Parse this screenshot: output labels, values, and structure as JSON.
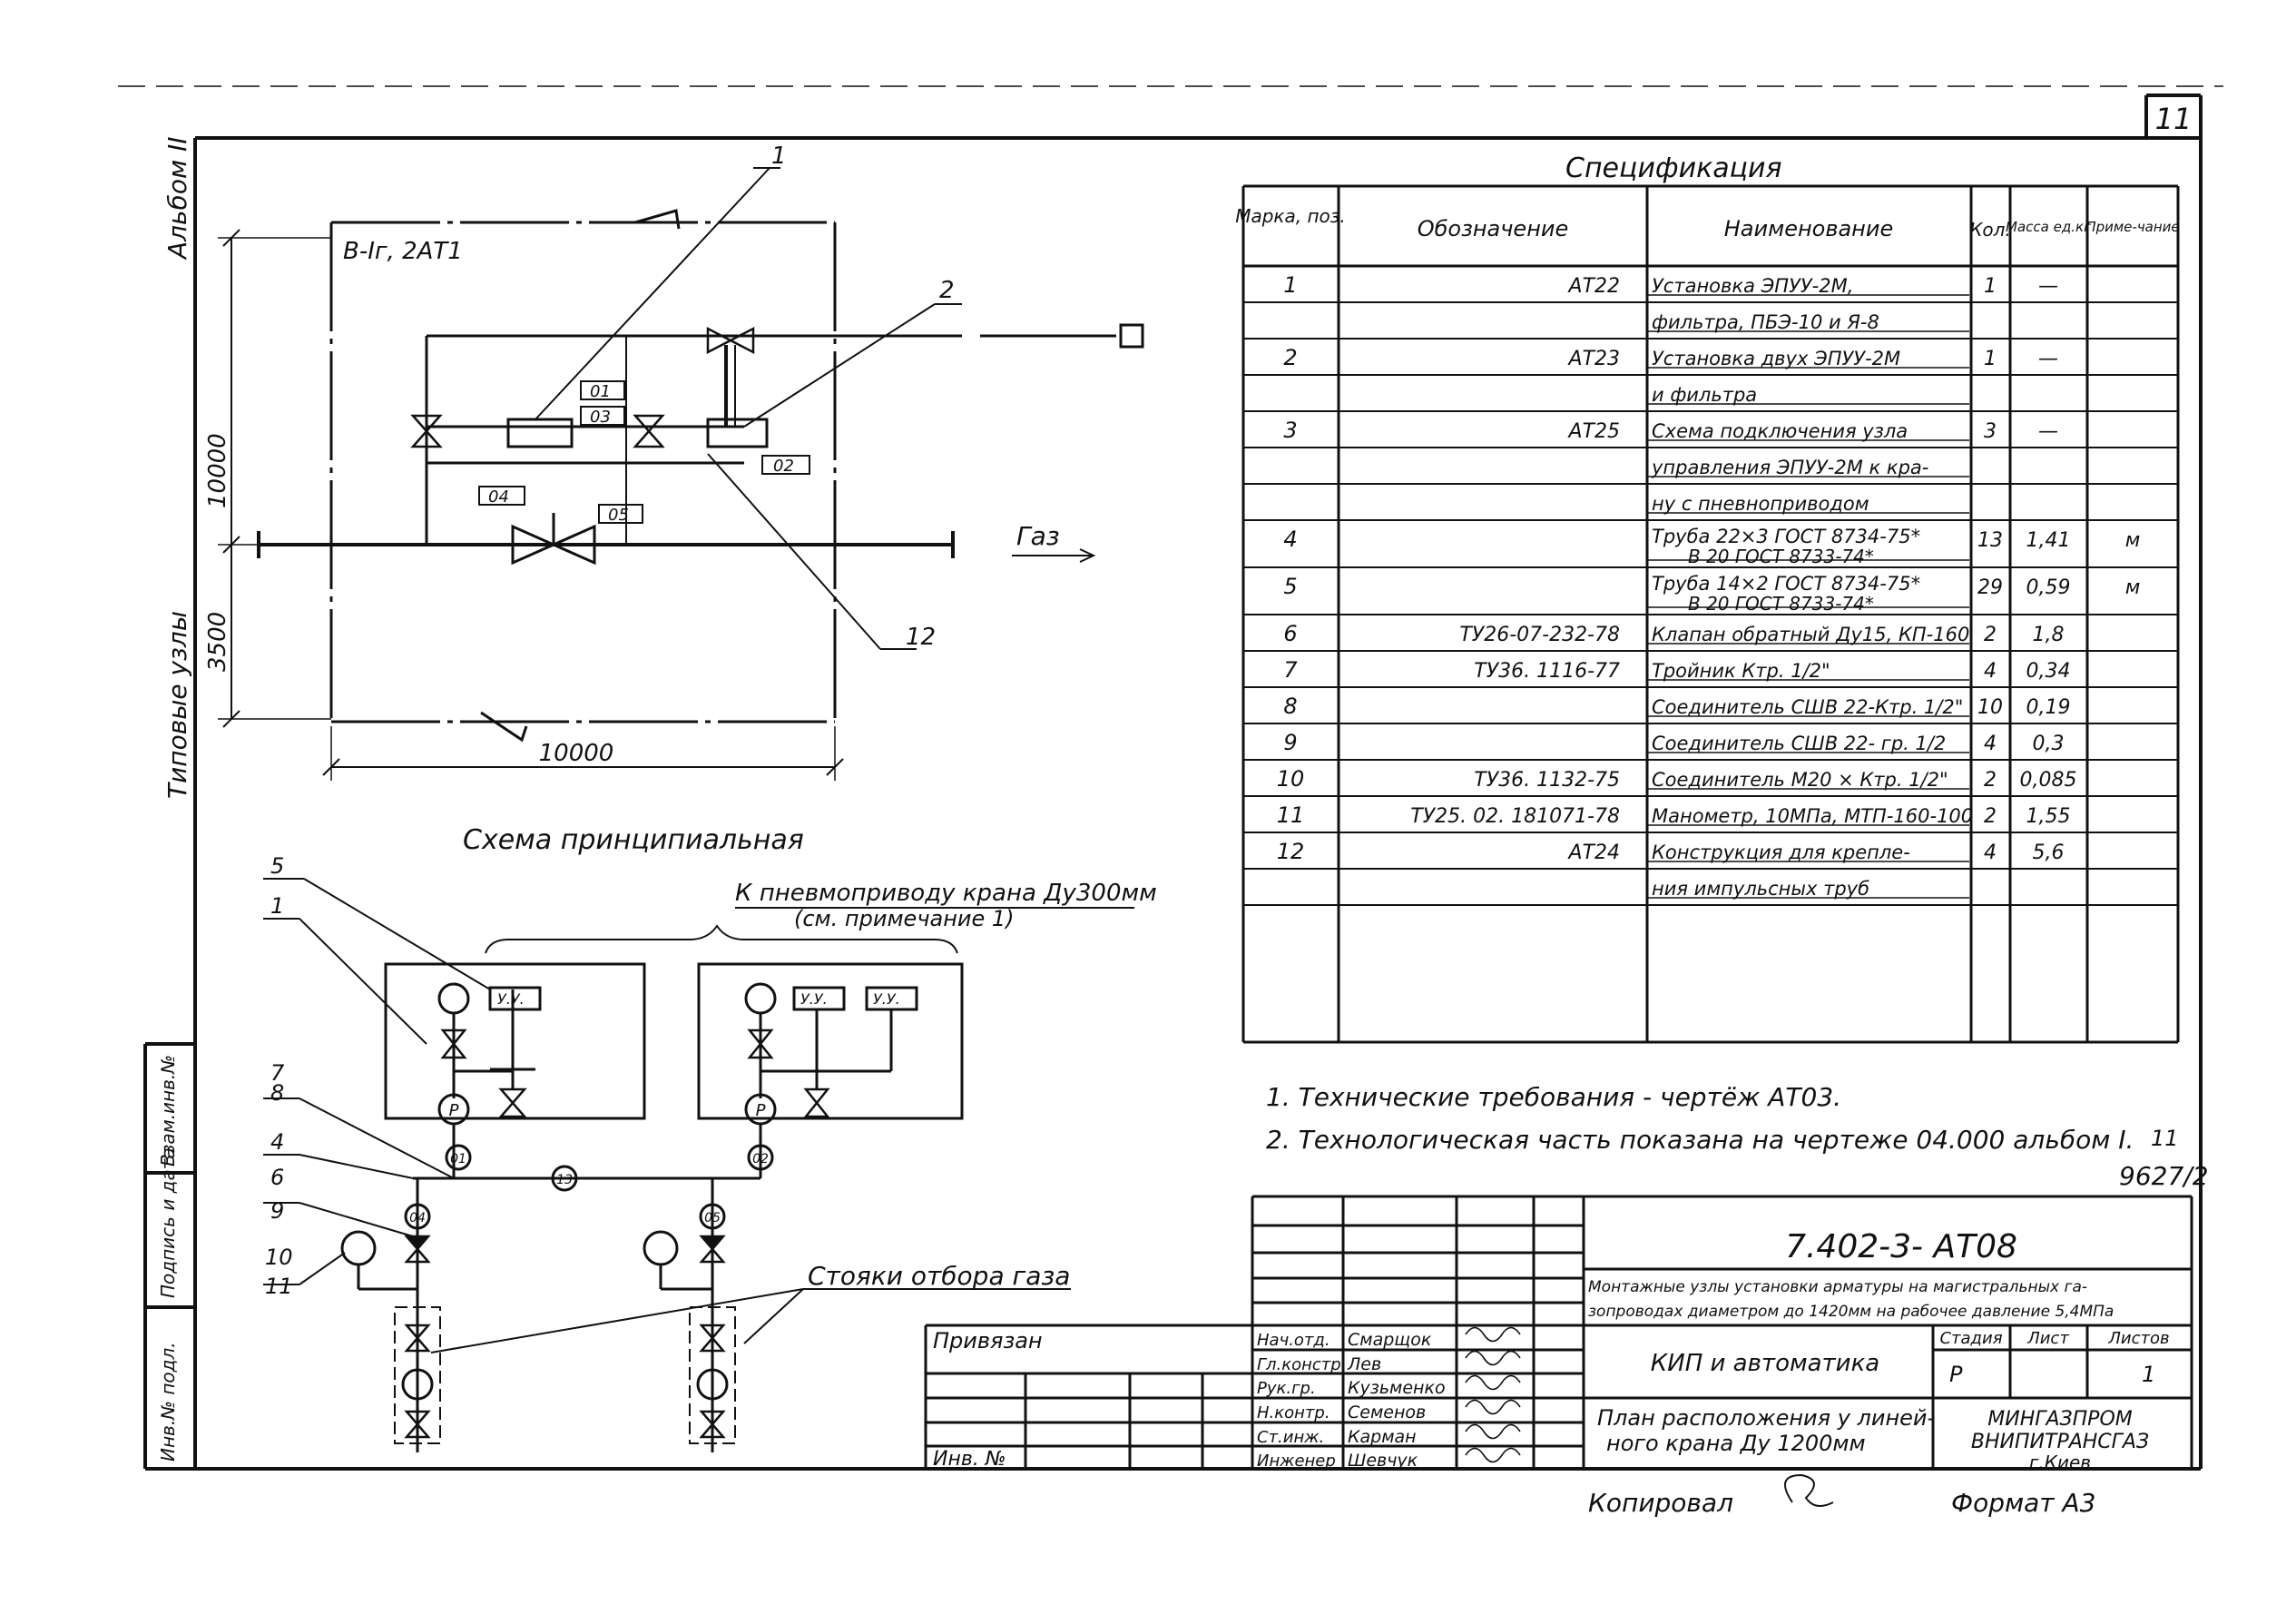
{
  "sheet_number": "11",
  "album": "Альбом II",
  "section": "Типовые узлы",
  "plan": {
    "label": "В-Iг, 2АТ1",
    "dim_height": "10000",
    "dim_offset": "3500",
    "dim_width": "10000",
    "gas_label": "Газ",
    "callouts": [
      "1",
      "2",
      "12"
    ],
    "boxes": [
      "01",
      "03",
      "02",
      "04",
      "05"
    ]
  },
  "principal": {
    "title": "Схема принципиальная",
    "note_title": "К пневмоприводу крана Ду300мм",
    "note_sub": "(см. примечание 1)",
    "uu": "У.У.",
    "gauge_symbol": "Р",
    "nodes": [
      "01",
      "13",
      "02",
      "04",
      "05"
    ],
    "leaders": [
      "5",
      "1",
      "7",
      "8",
      "4",
      "6",
      "9",
      "10",
      "11"
    ],
    "risers_label": "Стояки отбора газа"
  },
  "spec": {
    "title": "Спецификация",
    "headers": [
      "Марка, поз.",
      "Обозначение",
      "Наименование",
      "Кол.",
      "Масса ед.кг",
      "Приме-чание"
    ],
    "rows": [
      {
        "pos": "1",
        "des": "АТ22",
        "name": "Установка ЭПУУ-2М,",
        "qty": "1",
        "mass": "—",
        "note": ""
      },
      {
        "pos": "",
        "des": "",
        "name": "фильтра, ПБЭ-10 и Я-8",
        "qty": "",
        "mass": "",
        "note": ""
      },
      {
        "pos": "2",
        "des": "АТ23",
        "name": "Установка двух ЭПУУ-2М",
        "qty": "1",
        "mass": "—",
        "note": ""
      },
      {
        "pos": "",
        "des": "",
        "name": "и фильтра",
        "qty": "",
        "mass": "",
        "note": ""
      },
      {
        "pos": "3",
        "des": "АТ25",
        "name": "Схема подключения узла",
        "qty": "3",
        "mass": "—",
        "note": ""
      },
      {
        "pos": "",
        "des": "",
        "name": "управления ЭПУУ-2М к кра-",
        "qty": "",
        "mass": "",
        "note": ""
      },
      {
        "pos": "",
        "des": "",
        "name": "ну с пневноприводом",
        "qty": "",
        "mass": "",
        "note": ""
      },
      {
        "pos": "4",
        "des": "",
        "name": "Труба 22×3 ГОСТ 8734-75*",
        "name2": "В 20 ГОСТ 8733-74*",
        "qty": "13",
        "mass": "1,41",
        "note": "м"
      },
      {
        "pos": "5",
        "des": "",
        "name": "Труба 14×2 ГОСТ 8734-75*",
        "name2": "В 20 ГОСТ 8733-74*",
        "qty": "29",
        "mass": "0,59",
        "note": "м"
      },
      {
        "pos": "6",
        "des": "ТУ26-07-232-78",
        "name": "Клапан обратный Ду15, КП-160",
        "qty": "2",
        "mass": "1,8",
        "note": ""
      },
      {
        "pos": "7",
        "des": "ТУ36. 1116-77",
        "name": "Тройник Ктр. 1/2\"",
        "qty": "4",
        "mass": "0,34",
        "note": ""
      },
      {
        "pos": "8",
        "des": "",
        "name": "Соединитель СШВ 22-Ктр. 1/2\"",
        "qty": "10",
        "mass": "0,19",
        "note": ""
      },
      {
        "pos": "9",
        "des": "",
        "name": "Соединитель СШВ 22- гр. 1/2",
        "qty": "4",
        "mass": "0,3",
        "note": ""
      },
      {
        "pos": "10",
        "des": "ТУ36. 1132-75",
        "name": "Соединитель М20 × Ктр. 1/2\"",
        "qty": "2",
        "mass": "0,085",
        "note": ""
      },
      {
        "pos": "11",
        "des": "ТУ25. 02. 181071-78",
        "name": "Манометр, 10МПа, МТП-160-100",
        "qty": "2",
        "mass": "1,55",
        "note": ""
      },
      {
        "pos": "12",
        "des": "АТ24",
        "name": "Конструкция для крепле-",
        "qty": "4",
        "mass": "5,6",
        "note": ""
      },
      {
        "pos": "",
        "des": "",
        "name": "ния импульсных труб",
        "qty": "",
        "mass": "",
        "note": ""
      }
    ]
  },
  "notes": [
    "1. Технические требования - чертёж АТ03.",
    "2. Технологическая часть показана на чертеже 04.000 альбом I."
  ],
  "order_no": "9627/2",
  "order_sheet": "11",
  "title_block": {
    "code": "7.402-3- АТ08",
    "description_1": "Монтажные узлы установки арматуры на магистральных га-",
    "description_2": "зопроводах диаметром до 1420мм на рабочее давление 5,4МПа",
    "section": "КИП и автоматика",
    "stage_header": "Стадия",
    "sheet_header": "Лист",
    "sheets_header": "Листов",
    "stage": "Р",
    "sheets": "1",
    "drawing_title_1": "План расположения у линей-",
    "drawing_title_2": "ного крана Ду 1200мм",
    "org_1": "МИНГАЗПРОМ",
    "org_2": "ВНИПИТРАНСГАЗ",
    "org_3": "г.Киев",
    "bound_label": "Привязан",
    "inv_label": "Инв. №",
    "signatures": [
      {
        "role": "Нач.отд.",
        "name": "Смарщок"
      },
      {
        "role": "Гл.констр.",
        "name": "Лев"
      },
      {
        "role": "Рук.гр.",
        "name": "Кузьменко"
      },
      {
        "role": "Н.контр.",
        "name": "Семенов"
      },
      {
        "role": "Ст.инж.",
        "name": "Карман"
      },
      {
        "role": "Инженер",
        "name": "Шевчук"
      }
    ]
  },
  "side_stamp": [
    "Инв.№ подл.",
    "Подпись и дата",
    "Взам.инв.№"
  ],
  "copied": "Копировал",
  "format": "Формат А3"
}
